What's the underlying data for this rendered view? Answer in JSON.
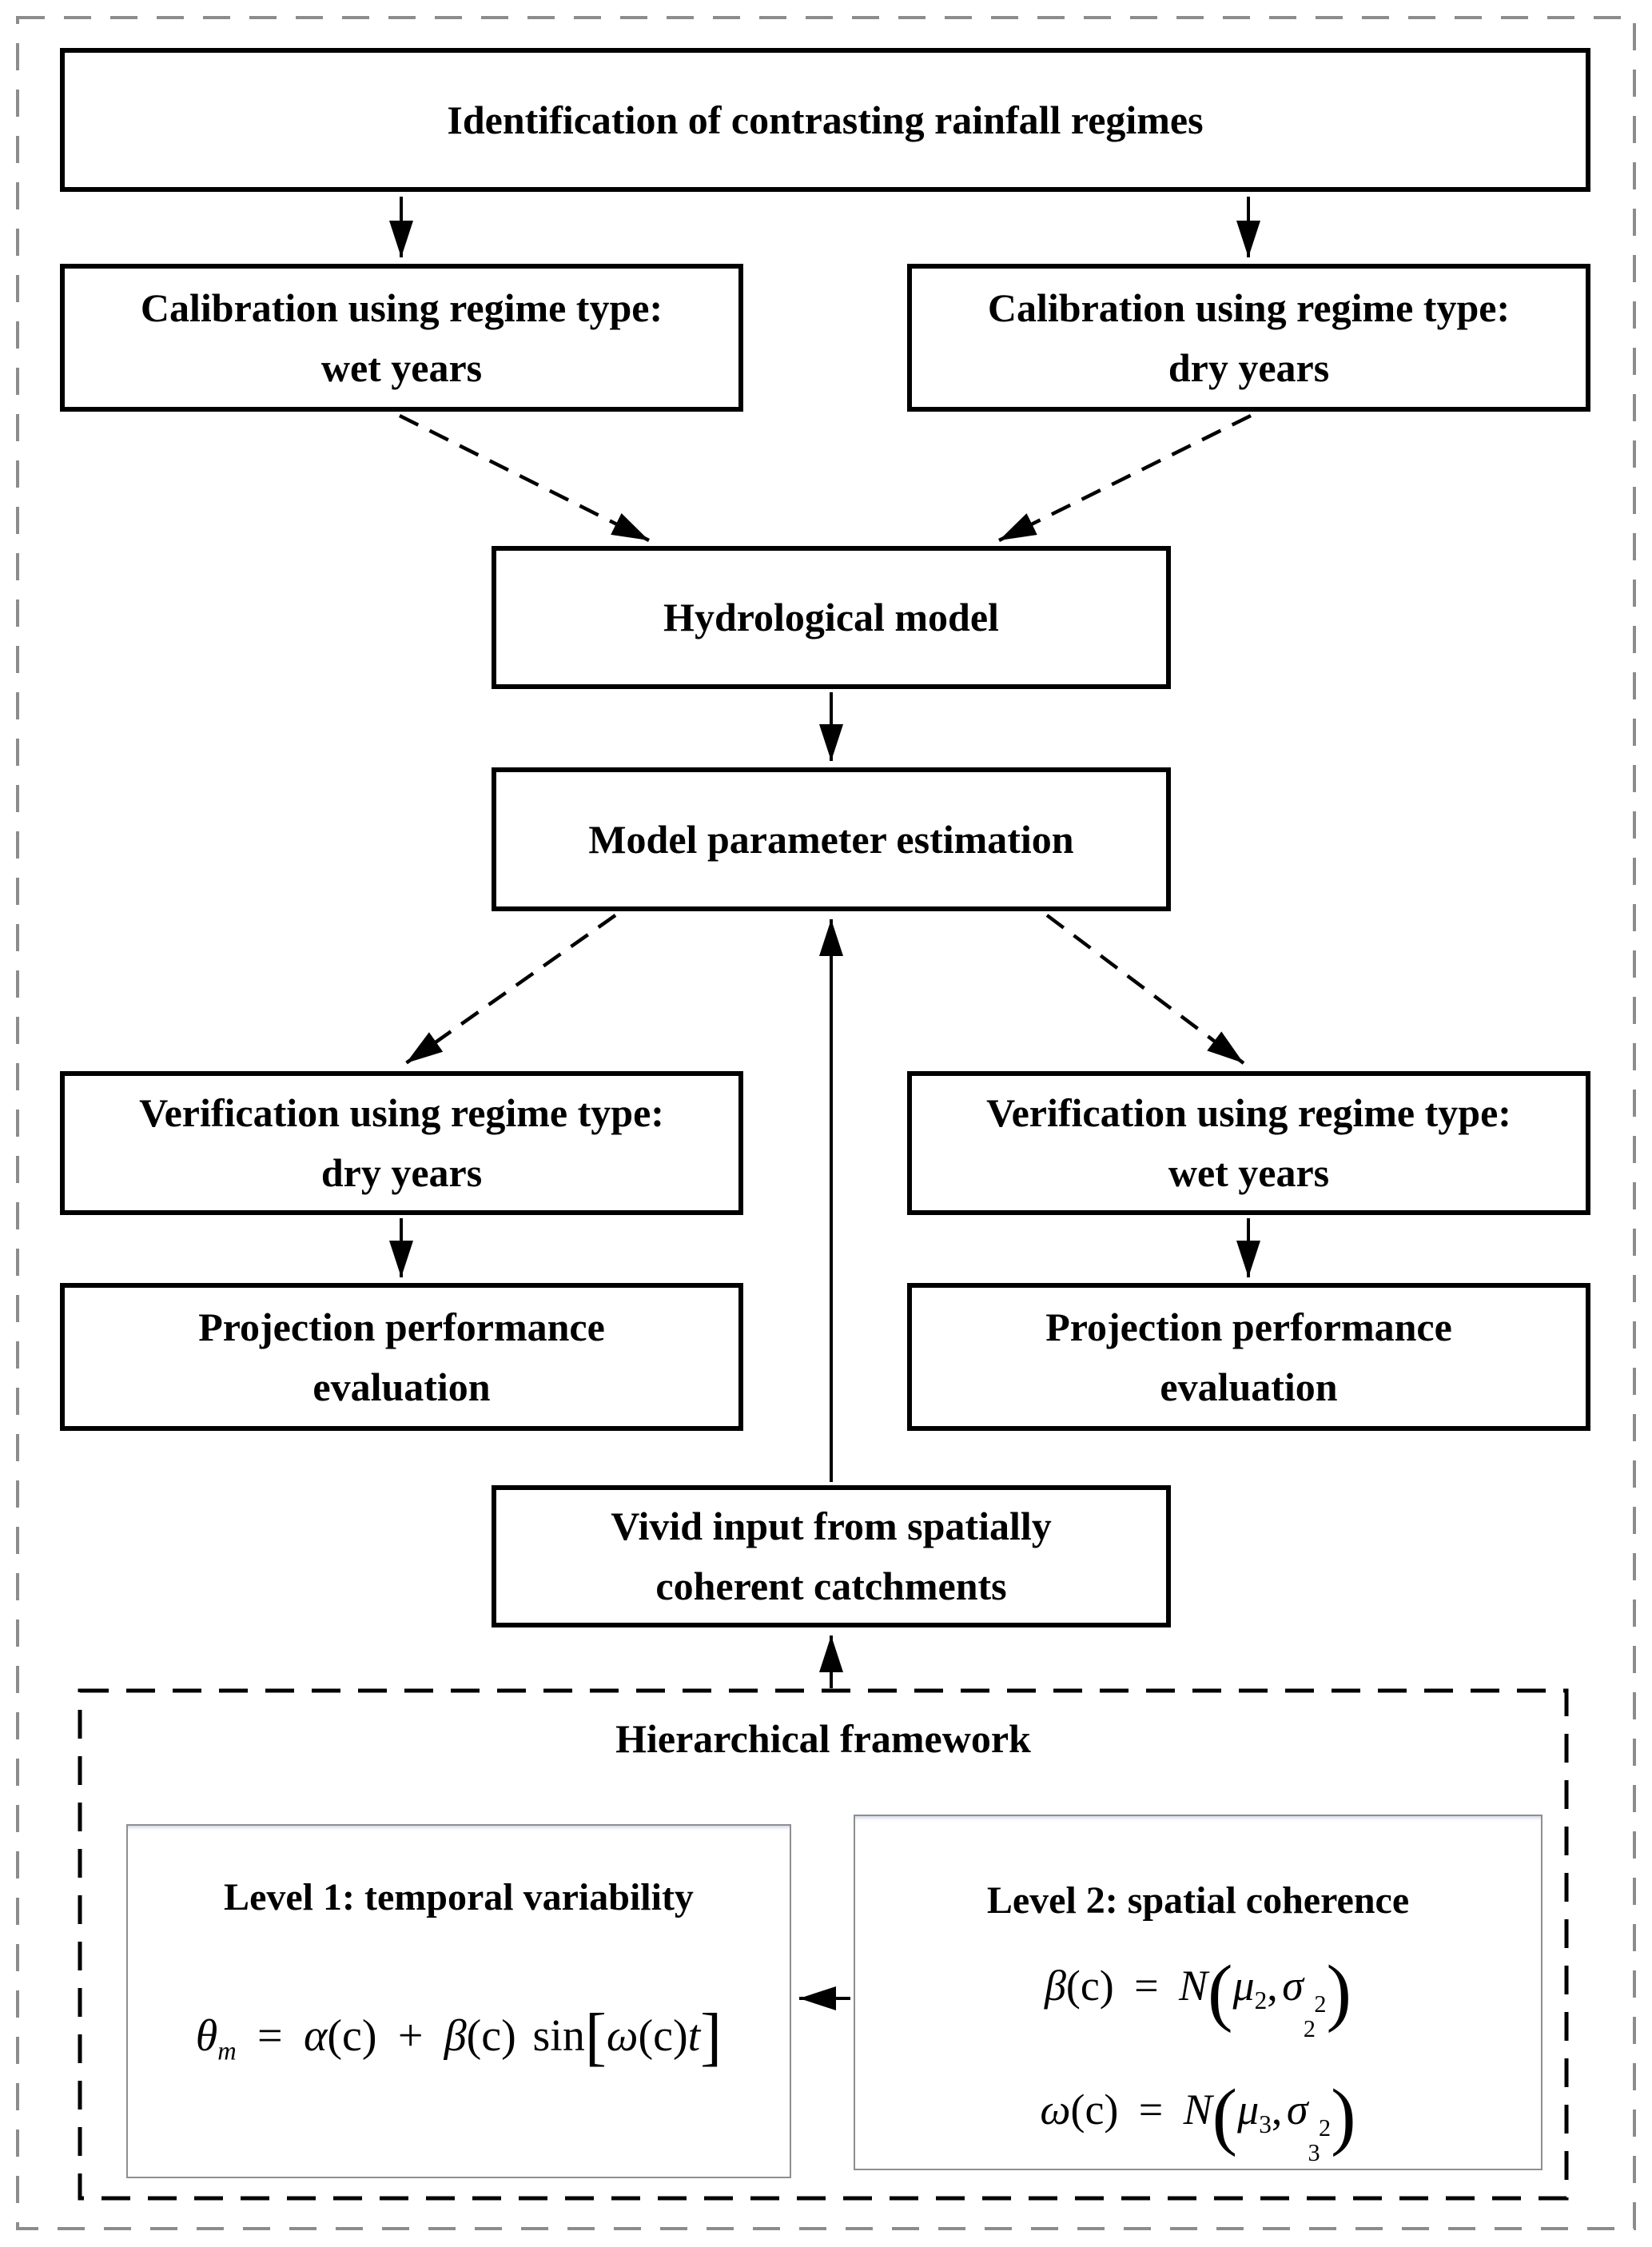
{
  "figure": {
    "type": "flowchart",
    "title_region": "Hierarchical framework"
  },
  "colors": {
    "background": "#ffffff",
    "text": "#000000",
    "box_border": "#000000",
    "outer_dashed_border": "#8c8c8c",
    "inner_dashed_border": "#000000",
    "level_box_border": "#8f8f8f"
  },
  "nodes": {
    "identification": {
      "label": "Identification of contrasting rainfall regimes"
    },
    "calibration_wet": {
      "line1": "Calibration using regime type:",
      "line2": "wet years"
    },
    "calibration_dry": {
      "line1": "Calibration using regime type:",
      "line2": "dry years"
    },
    "hydrological_model": {
      "label": "Hydrological model"
    },
    "model_parameter_estimation": {
      "label": "Model parameter estimation"
    },
    "verification_dry": {
      "line1": "Verification using regime type:",
      "line2": "dry years"
    },
    "verification_wet": {
      "line1": "Verification using regime type:",
      "line2": "wet years"
    },
    "projection_evaluation_left": {
      "line1": "Projection performance",
      "line2": "evaluation"
    },
    "projection_evaluation_right": {
      "line1": "Projection performance",
      "line2": "evaluation"
    },
    "vivid_input": {
      "line1": "Vivid input from spatially",
      "line2": "coherent catchments"
    },
    "hierarchical_framework": {
      "title": "Hierarchical framework"
    },
    "level1": {
      "title": "Level 1: temporal variability"
    },
    "level2": {
      "title": "Level 2: spatial coherence"
    }
  },
  "formulas": {
    "level1": {
      "theta": "θ",
      "theta_sub": "m",
      "equals": "=",
      "alpha": "α",
      "arg1": "(c)",
      "plus": "+",
      "beta": "β",
      "arg2": "(c)",
      "sin": "sin",
      "open_bracket": "[",
      "omega": "ω",
      "arg3": "(c)",
      "t": "t",
      "close_bracket": "]"
    },
    "level2_beta": {
      "beta": "β",
      "arg": "(c)",
      "equals": "=",
      "N": "N",
      "open_paren": "(",
      "mu": "μ",
      "mu_sub": "2",
      "comma": ",",
      "sigma": "σ",
      "sigma_sup": "2",
      "sigma_sub": "2",
      "close_paren": ")"
    },
    "level2_omega": {
      "omega": "ω",
      "arg": "(c)",
      "equals": "=",
      "N": "N",
      "open_paren": "(",
      "mu": "μ",
      "mu_sub": "3",
      "comma": ",",
      "sigma": "σ",
      "sigma_sup": "2",
      "sigma_sub": "3",
      "close_paren": ")"
    }
  }
}
